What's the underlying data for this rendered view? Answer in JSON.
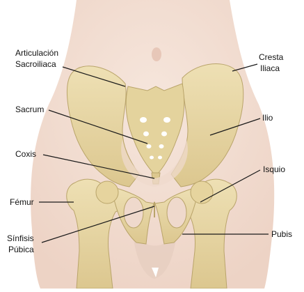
{
  "diagram": {
    "labels": {
      "sacroiliac_line1": "Articulación",
      "sacroiliac_line2": "Sacroiliaca",
      "iliac_crest_line1": "Cresta",
      "iliac_crest_line2": "Iliaca",
      "sacrum": "Sacrum",
      "ilium": "Ilio",
      "coccyx": "Coxis",
      "ischium": "Isquio",
      "femur": "Fémur",
      "pubis": "Pubis",
      "symphysis_line1": "Sínfisis",
      "symphysis_line2": "Púbica"
    },
    "colors": {
      "skin": "#f2ddd2",
      "bone": "#e8d8a6",
      "bone_shadow": "#cdb97f",
      "bone_outline": "#b9a46a",
      "leader_line": "#1a1a1a"
    }
  }
}
